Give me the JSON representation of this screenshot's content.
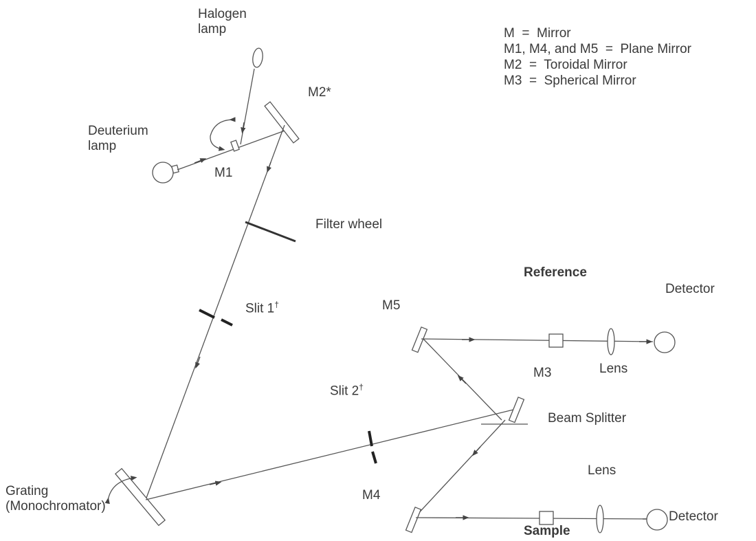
{
  "labels": {
    "halogen_lamp": "Halogen\nlamp",
    "deuterium_lamp": "Deuterium\nlamp",
    "m1": "M1",
    "m2": "M2*",
    "filter_wheel": "Filter wheel",
    "slit1": "Slit 1",
    "slit2": "Slit 2",
    "dagger": "†",
    "reference": "Reference",
    "detector_top": "Detector",
    "m5": "M5",
    "m3": "M3",
    "lens_top": "Lens",
    "beam_splitter": "Beam Splitter",
    "lens_bottom": "Lens",
    "m4": "M4",
    "grating": "Grating\n(Monochromator)",
    "sample": "Sample",
    "detector_bottom": "Detector"
  },
  "legend": [
    "M  =  Mirror",
    "M1, M4, and M5  =  Plane Mirror",
    "M2  =  Toroidal Mirror",
    "M3  =  Spherical Mirror"
  ]
}
